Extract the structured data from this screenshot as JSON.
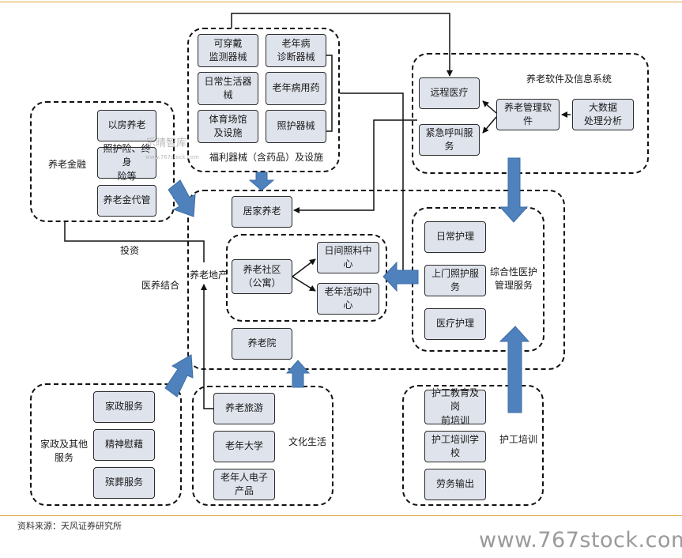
{
  "colors": {
    "accent_rule": "#d9a441",
    "node_fill": "#dfe3ec",
    "big_arrow": "#4f81bd",
    "watermark": "#b8b8b8"
  },
  "groups": {
    "medical_devices": {
      "caption": "福利器械（含药品）及设施"
    },
    "elderly_finance": {
      "caption": "养老金融"
    },
    "software_info": {
      "caption": "养老软件及信息系统"
    },
    "healthcare_services": {
      "caption": "综合性医护\n管理服务"
    },
    "housekeeping": {
      "caption": "家政及其他\n服务"
    },
    "culture_life": {
      "caption": "文化生活"
    },
    "nursing_training": {
      "caption": "护工培训"
    }
  },
  "nodes": {
    "wearable": "可穿戴\n监测器械",
    "geriatric_diag": "老年病\n诊断器械",
    "daily_living": "日常生活器械",
    "geriatric_drugs": "老年病用药",
    "sports_venue": "体育场馆\n及设施",
    "nursing_device": "照护器械",
    "reverse_mortgage": "以房养老",
    "care_insurance": "照护险、终身\n险等",
    "pension_mgmt": "养老金代管",
    "remote_medical": "远程医疗",
    "emergency_call": "紧急呼叫服务",
    "elder_mgmt_software": "养老管理软件",
    "big_data": "大数据\n处理分析",
    "home_care": "居家养老",
    "community": "养老社区\n（公寓）",
    "day_care": "日间照料中心",
    "activity_center": "老年活动中心",
    "nursing_home": "养老院",
    "daily_care": "日常护理",
    "home_visit": "上门照护服务",
    "medical_care": "医疗护理",
    "housekeeping_service": "家政服务",
    "spiritual_comfort": "精神慰藉",
    "funeral": "殡葬服务",
    "elder_tourism": "养老旅游",
    "elder_university": "老年大学",
    "elder_electronics": "老年人电子\n产品",
    "nursing_education": "护工教育及岗\n前培训",
    "nursing_school": "护工培训学校",
    "labor_export": "劳务输出"
  },
  "labels": {
    "investment": "投资",
    "real_estate": "养老地产",
    "medical_elder_combo": "医养结合"
  },
  "source_note": "资料来源：天风证券研究所",
  "watermark": {
    "text": "www.767stock.com",
    "brand": "乐晴智库",
    "small": "www.767stock.com"
  }
}
